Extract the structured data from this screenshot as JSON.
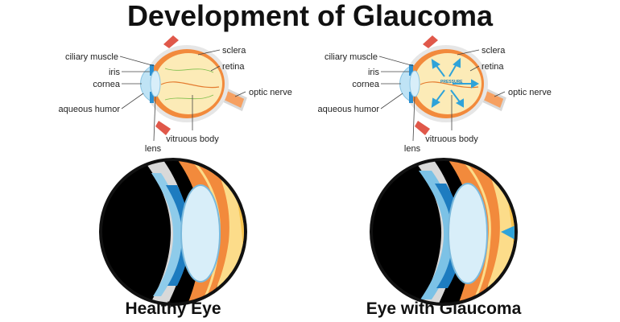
{
  "title": "Development of Glaucoma",
  "diagrams": [
    {
      "id": "healthy",
      "caption": "Healthy Eye",
      "labels": {
        "ciliary_muscle": "ciliary muscle",
        "iris": "iris",
        "cornea": "cornea",
        "aqueous_humor": "aqueous humor",
        "lens": "lens",
        "sclera": "sclera",
        "retina": "retina",
        "optic_nerve": "optic nerve",
        "vitreous_body": "vitruous body"
      }
    },
    {
      "id": "glaucoma",
      "caption": "Eye with Glaucoma",
      "pressure_text": "PRESSURE",
      "labels": {
        "ciliary_muscle": "ciliary muscle",
        "iris": "iris",
        "cornea": "cornea",
        "aqueous_humor": "aqueous humor",
        "lens": "lens",
        "sclera": "sclera",
        "retina": "retina",
        "optic_nerve": "optic nerve",
        "vitreous_body": "vitruous body"
      }
    }
  ],
  "colors": {
    "sclera_outer": "#f28a3c",
    "vitreous": "#fcebb7",
    "cornea": "#bfe3f5",
    "lens": "#d8eef9",
    "iris": "#2a8fd0",
    "nerve": "#f6a061",
    "arrows": "#2fa3d9",
    "muscle": "#e0584a"
  }
}
